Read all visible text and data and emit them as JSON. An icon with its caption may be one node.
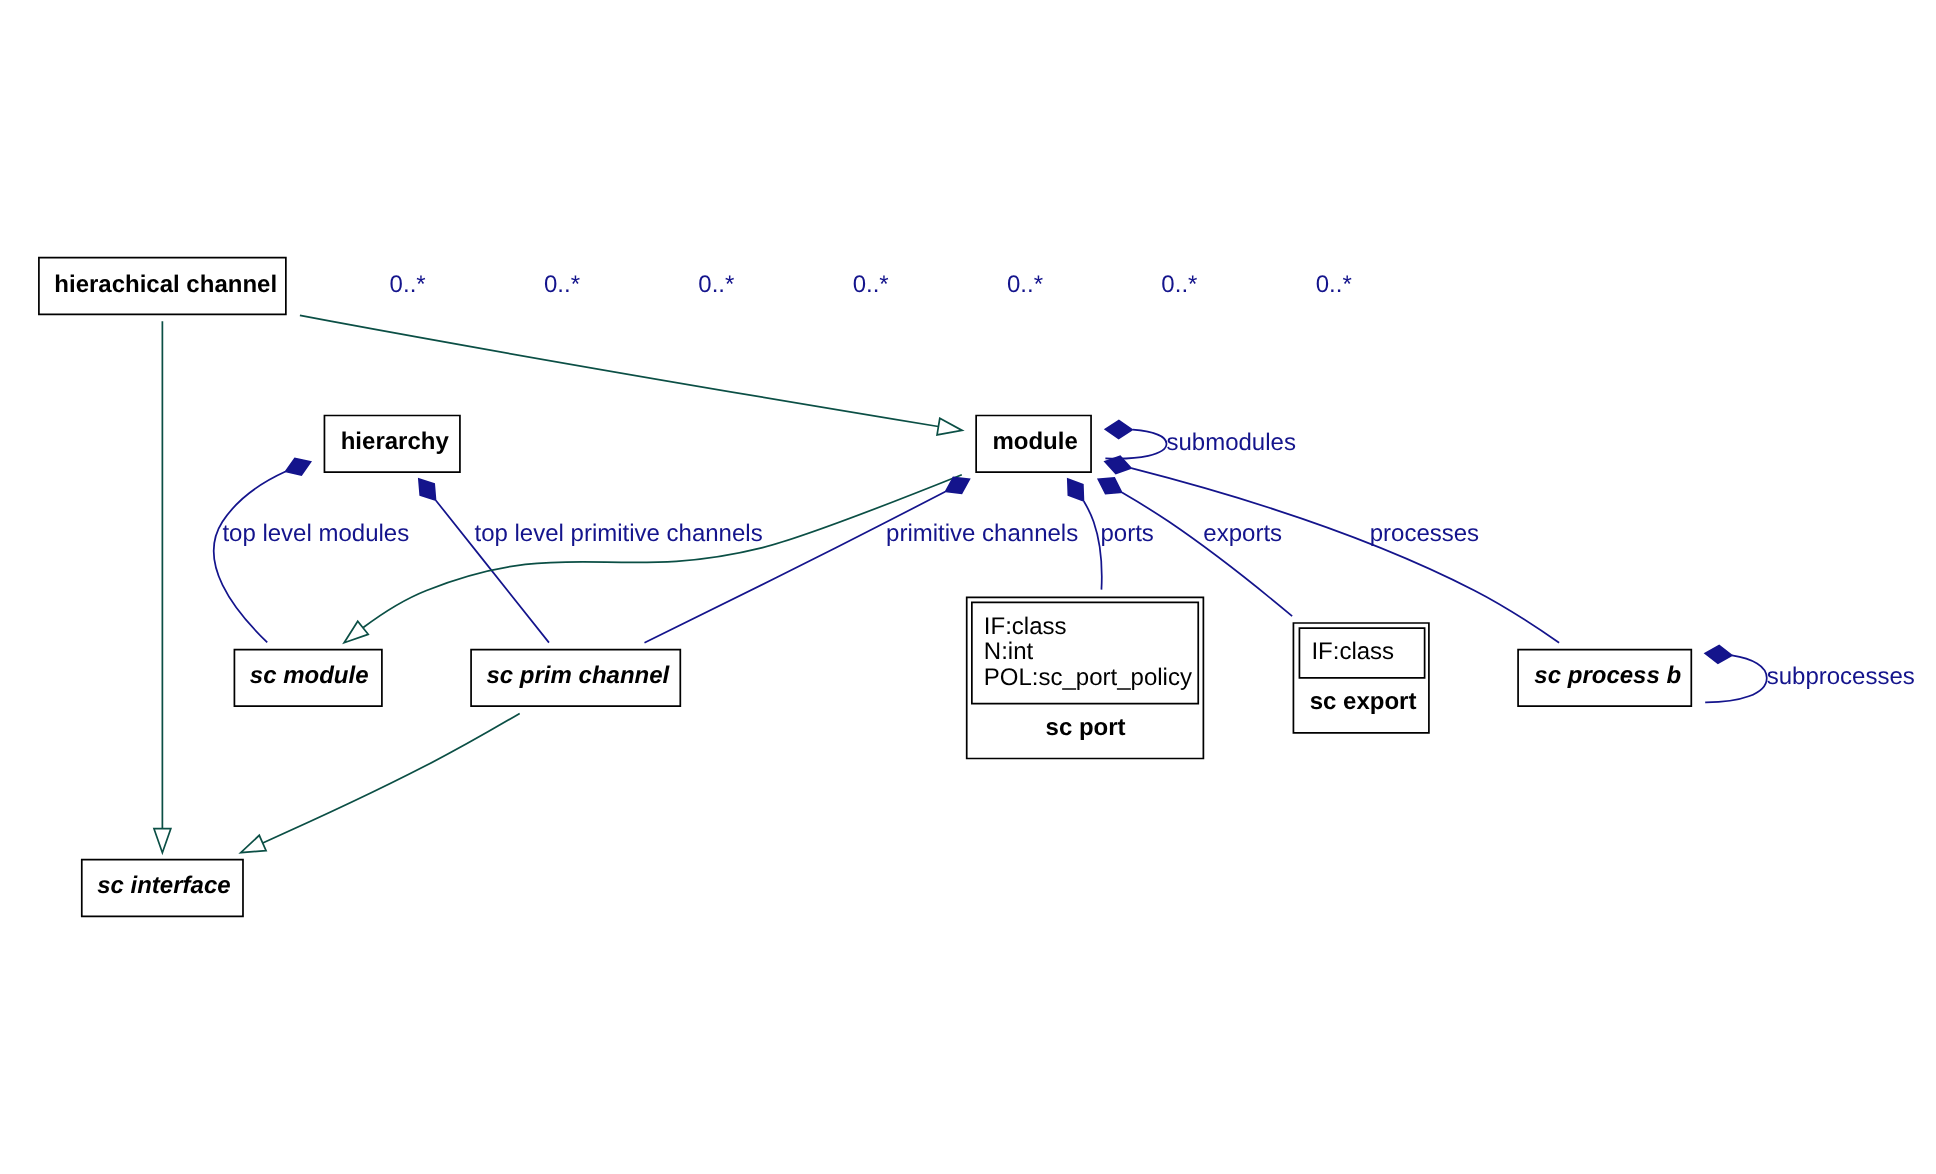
{
  "diagram": {
    "nodes": [
      {
        "text": [
          "hierarchy"
        ]
      },
      {
        "text": [
          "sc module"
        ]
      },
      {
        "text": [
          "sc interface"
        ]
      },
      {
        "text": [
          "module"
        ]
      },
      {
        "text": [
          "hierachical channel"
        ]
      },
      {
        "text": [
          "sc prim channel"
        ]
      },
      {
        "text": [
          "IF:class",
          "N:int",
          "POL:sc_port_policy",
          "sc port"
        ]
      },
      {
        "text": [
          "IF:class",
          "sc export"
        ]
      },
      {
        "text": [
          "sc process b"
        ]
      }
    ],
    "edges": [
      {
        "from": 0,
        "to": 1,
        "arrow": "other",
        "label": "top level modules"
      },
      {
        "from": 0,
        "to": 5,
        "arrow": "other",
        "label": "top level primitive channels"
      },
      {
        "from": 3,
        "to": 1,
        "arrow": "to",
        "color": "#0b4f45"
      },
      {
        "from": 5,
        "to": 2,
        "arrow": "to",
        "color": "#0b4f45"
      },
      {
        "from": 4,
        "to": 2,
        "arrow": "to",
        "color": "#0b4f45"
      },
      {
        "from": 4,
        "to": 3,
        "arrow": "to",
        "color": "#0b4f45"
      },
      {
        "from": 3,
        "to": 3,
        "arrow": "other",
        "label": "submodules"
      },
      {
        "from": 3,
        "to": 5,
        "arrow": "other",
        "label": "primitive channels"
      },
      {
        "from": 3,
        "to": 6,
        "arrow": "other",
        "label": "ports"
      },
      {
        "from": 3,
        "to": 7,
        "arrow": "other",
        "label": "exports"
      },
      {
        "from": 3,
        "to": 8,
        "arrow": "other",
        "label": "processes"
      },
      {
        "from": 8,
        "to": 8,
        "arrow": "other",
        "label": "subprocesses"
      }
    ],
    "labels": [
      "0..*",
      "0..*",
      "0..*",
      "0..*",
      "0..*",
      "0..*",
      "0..*"
    ]
  }
}
